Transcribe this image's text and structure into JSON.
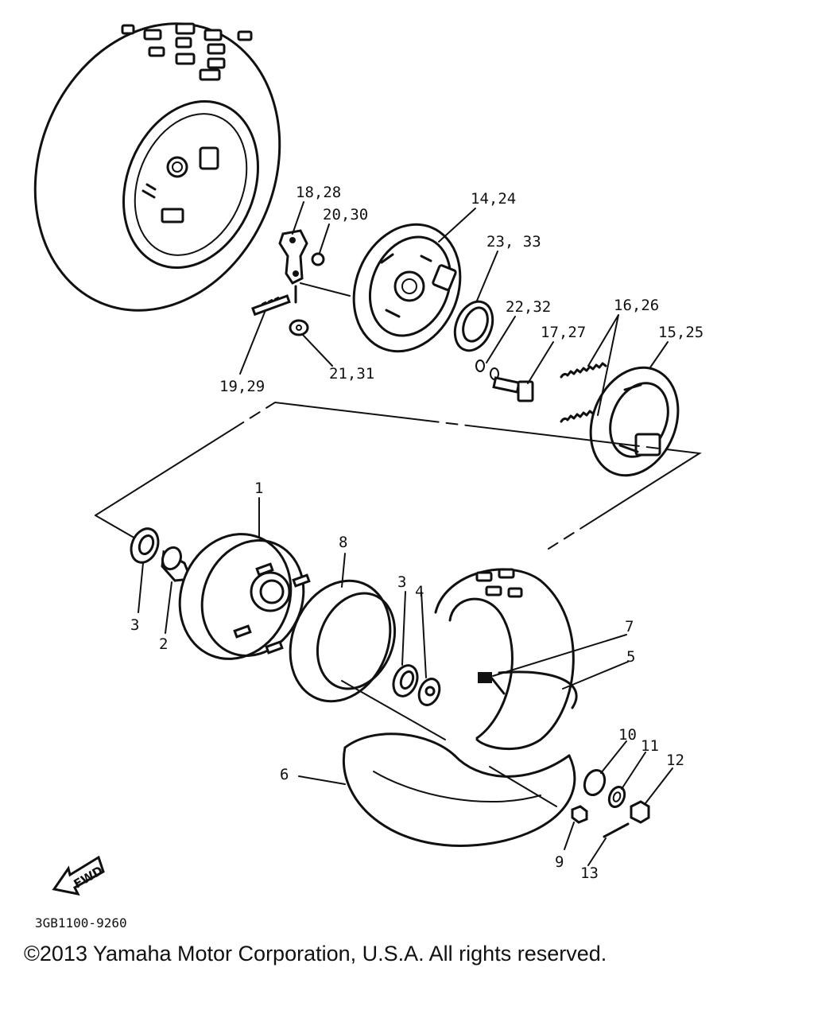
{
  "callouts": [
    "18,28",
    "20,30",
    "14,24",
    "23, 33",
    "22,32",
    "16,26",
    "17,27",
    "15,25",
    "19,29",
    "21,31",
    "1",
    "8",
    "3",
    "2",
    "3",
    "4",
    "7",
    "5",
    "6",
    "10",
    "11",
    "12",
    "9",
    "13"
  ],
  "fwd_label": "FWD",
  "diagram_code": "3GB1100-9260",
  "copyright": "©2013 Yamaha Motor Corporation, U.S.A. All rights reserved."
}
